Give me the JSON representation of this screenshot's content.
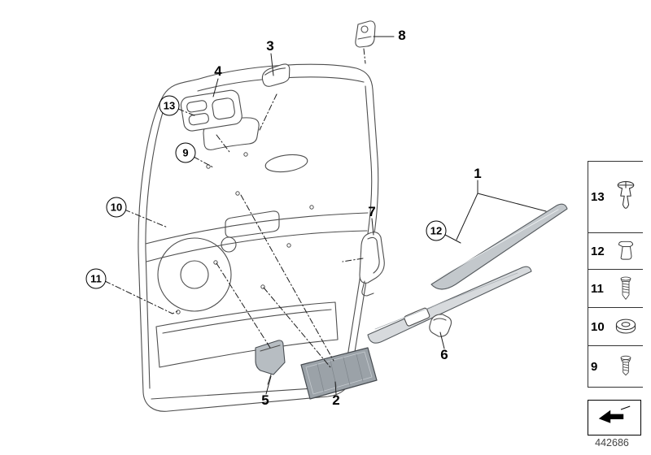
{
  "callouts": {
    "1": {
      "label": "1",
      "style": "plain"
    },
    "2": {
      "label": "2",
      "style": "plain"
    },
    "3": {
      "label": "3",
      "style": "plain"
    },
    "4": {
      "label": "4",
      "style": "plain"
    },
    "5": {
      "label": "5",
      "style": "plain"
    },
    "6": {
      "label": "6",
      "style": "plain"
    },
    "7": {
      "label": "7",
      "style": "plain"
    },
    "8": {
      "label": "8",
      "style": "plain"
    },
    "9": {
      "label": "9",
      "style": "circled"
    },
    "10": {
      "label": "10",
      "style": "circled"
    },
    "11": {
      "label": "11",
      "style": "circled"
    },
    "12": {
      "label": "12",
      "style": "circled"
    },
    "13": {
      "label": "13",
      "style": "circled"
    }
  },
  "sidebar": {
    "items": [
      {
        "label": "13",
        "icon": "expanding-rivet-icon"
      },
      {
        "label": "12",
        "icon": "clip-icon"
      },
      {
        "label": "11",
        "icon": "torx-screw-icon"
      },
      {
        "label": "10",
        "icon": "washer-icon"
      },
      {
        "label": "9",
        "icon": "screw-icon"
      }
    ],
    "more_icon": "arrow-icon"
  },
  "footer": {
    "diagram_number": "442686"
  },
  "colors": {
    "background": "#ffffff",
    "line": "#4e4e4e",
    "leader": "#1c1c1c",
    "callout": "#000000",
    "shade_light": "#d7dadd",
    "shade_mid": "#c3c8cc",
    "shade_dark": "#9ba2a8",
    "code_text": "#444444"
  }
}
